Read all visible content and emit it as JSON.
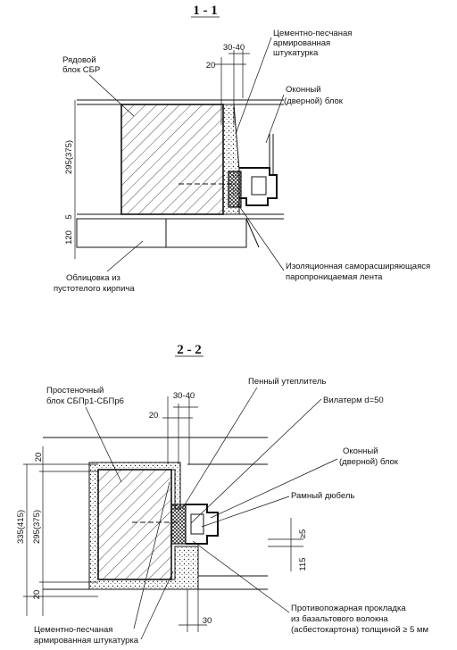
{
  "section1": {
    "title": "1 - 1",
    "labels": {
      "block": [
        "Рядовой",
        "блок СБР"
      ],
      "plaster": [
        "Цементно-песчаная",
        "армированная",
        "штукатурка"
      ],
      "window": [
        "Оконный",
        "(дверной) блок"
      ],
      "cladding": [
        "Облицовка из",
        "пустотелого кирпича"
      ],
      "tape": [
        "Изоляционная саморасширяющаяся",
        "паропроницаемая лента"
      ]
    },
    "dims": {
      "d1": "30-40",
      "d2": "20",
      "d3": "295(375)",
      "d4": "5",
      "d5": "120"
    }
  },
  "section2": {
    "title": "2 - 2",
    "labels": {
      "block": [
        "Простеночный",
        "блок СБПр1-СБПр6"
      ],
      "foam": "Пенный утеплитель",
      "vilaterm": "Вилатерм d=50",
      "window": [
        "Оконный",
        "(дверной) блок"
      ],
      "dowel": "Рамный дюбель",
      "fire": [
        "Противопожарная прокладка",
        "из базальтового волокна",
        "(асбестокартона) толщиной ≥ 5 мм"
      ],
      "plaster": [
        "Цементно-песчаная",
        "армированная штукатурка"
      ]
    },
    "dims": {
      "d1": "30-40",
      "d2": "20",
      "d3": "20",
      "d4": "335(415)",
      "d5": "295(375)",
      "d6": "20",
      "d7": "≥5",
      "d8": "115",
      "d9": "30"
    }
  }
}
